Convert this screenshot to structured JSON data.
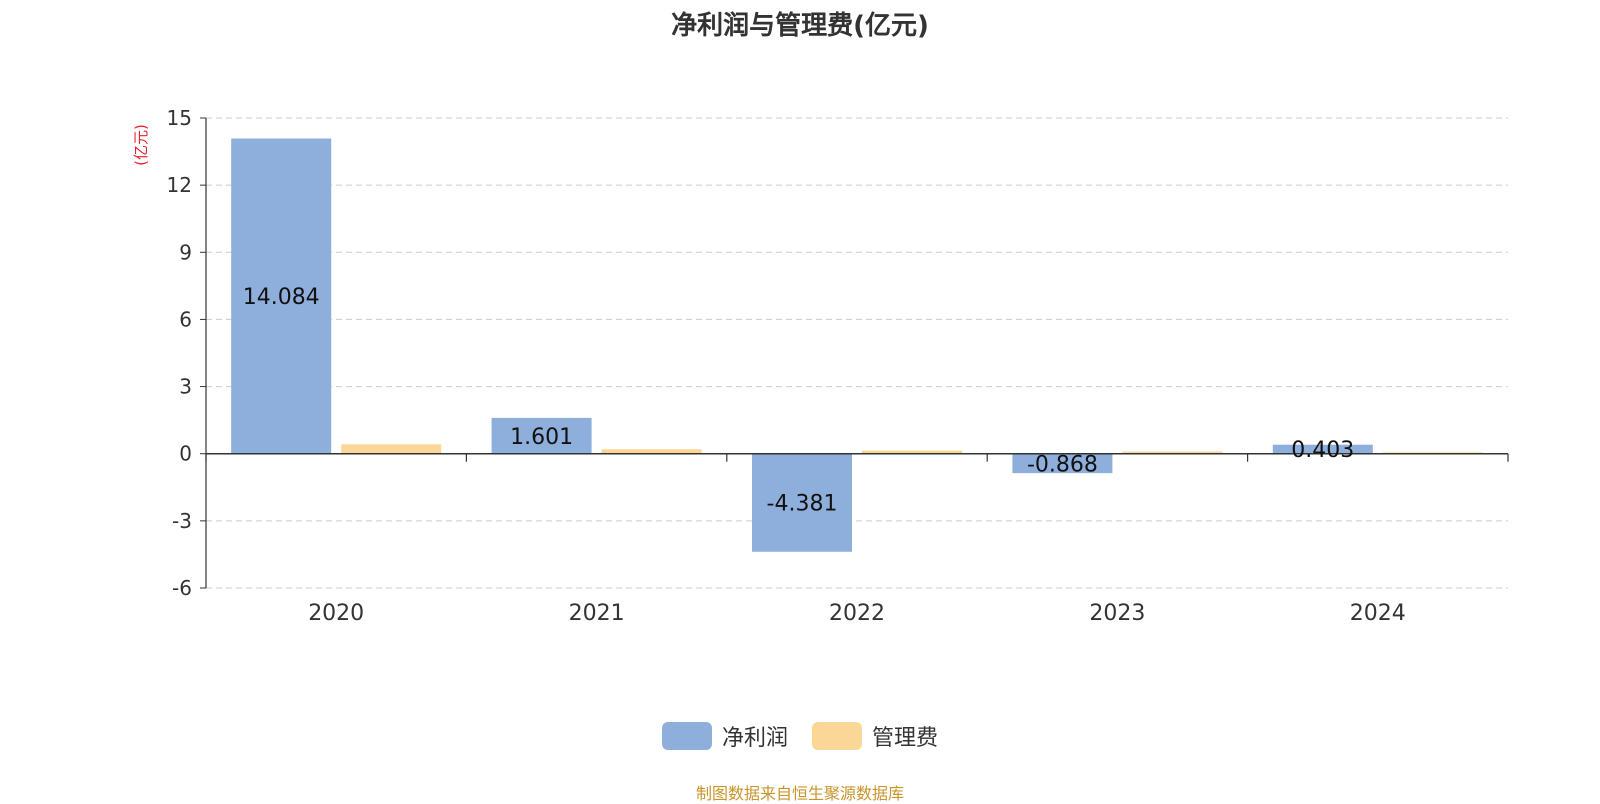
{
  "chart_data": {
    "type": "bar",
    "title": "净利润与管理费(亿元)",
    "unit_label": "(亿元)",
    "categories": [
      "2020",
      "2021",
      "2022",
      "2023",
      "2024"
    ],
    "series": [
      {
        "name": "净利润",
        "values": [
          14.084,
          1.601,
          -4.381,
          -0.868,
          0.403
        ],
        "color": "#8eaedc",
        "show_labels": true
      },
      {
        "name": "管理费",
        "values": [
          0.42,
          0.2,
          0.14,
          0.1,
          0.06
        ],
        "color": "#fbd797",
        "show_labels": false
      }
    ],
    "ylim": [
      -6,
      15
    ],
    "yticks": [
      -6,
      -3,
      0,
      3,
      6,
      9,
      12,
      15
    ],
    "grid": true,
    "legend_position": "bottom-center"
  },
  "source_note": "制图数据来自恒生聚源数据库",
  "colors": {
    "unit_label": "#e8222a",
    "source_note": "#c8952c",
    "grid": "#cccccc",
    "axis": "#333333"
  }
}
